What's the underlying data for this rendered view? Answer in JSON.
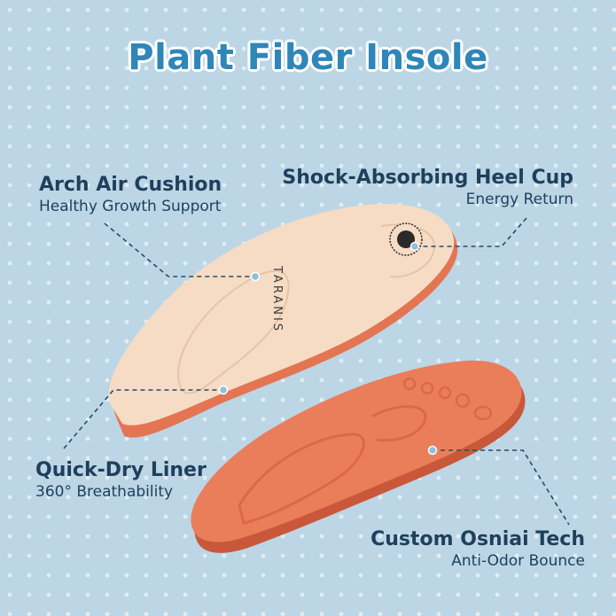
{
  "title": "Plant Fiber Insole",
  "brand": "TARANIS",
  "features": {
    "arch": {
      "heading": "Arch Air Cushion",
      "sub": "Healthy Growth Support"
    },
    "shock": {
      "heading": "Shock-Absorbing Heel Cup",
      "sub": "Energy Return"
    },
    "quick": {
      "heading": "Quick-Dry Liner",
      "sub": "360° Breathability"
    },
    "osniai": {
      "heading": "Custom Osniai Tech",
      "sub": "Anti-Odor Bounce"
    }
  },
  "colors": {
    "background": "#bcd6e6",
    "title": "#2f86b8",
    "text": "#1f3f5c",
    "liner": "#f6dcc4",
    "foam": "#e97b58"
  }
}
